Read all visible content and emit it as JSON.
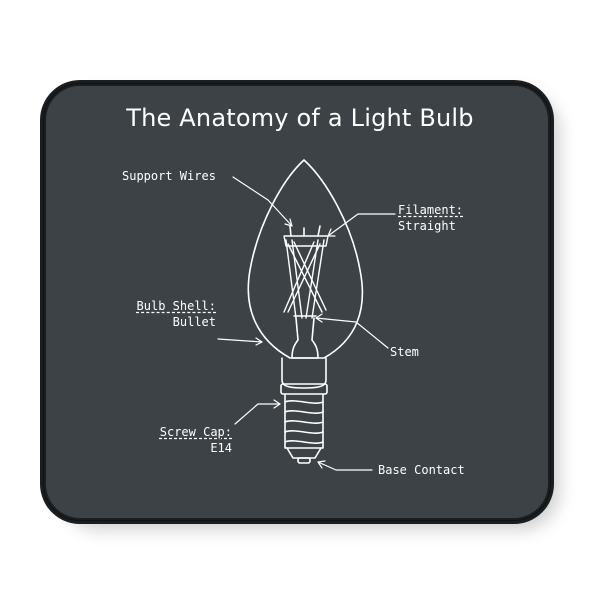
{
  "title": "The Anatomy of a Light Bulb",
  "labels": {
    "support_wires": "Support Wires",
    "filament_heading": "Filament:",
    "filament_value": "Straight",
    "bulb_shell_heading": "Bulb Shell:",
    "bulb_shell_value": "Bullet",
    "stem": "Stem",
    "screw_cap_heading": "Screw Cap:",
    "screw_cap_value": "E14",
    "base_contact": "Base Contact"
  },
  "colors": {
    "surface": "#3d4246",
    "rim": "#1b1e20",
    "ink": "#ffffff"
  }
}
